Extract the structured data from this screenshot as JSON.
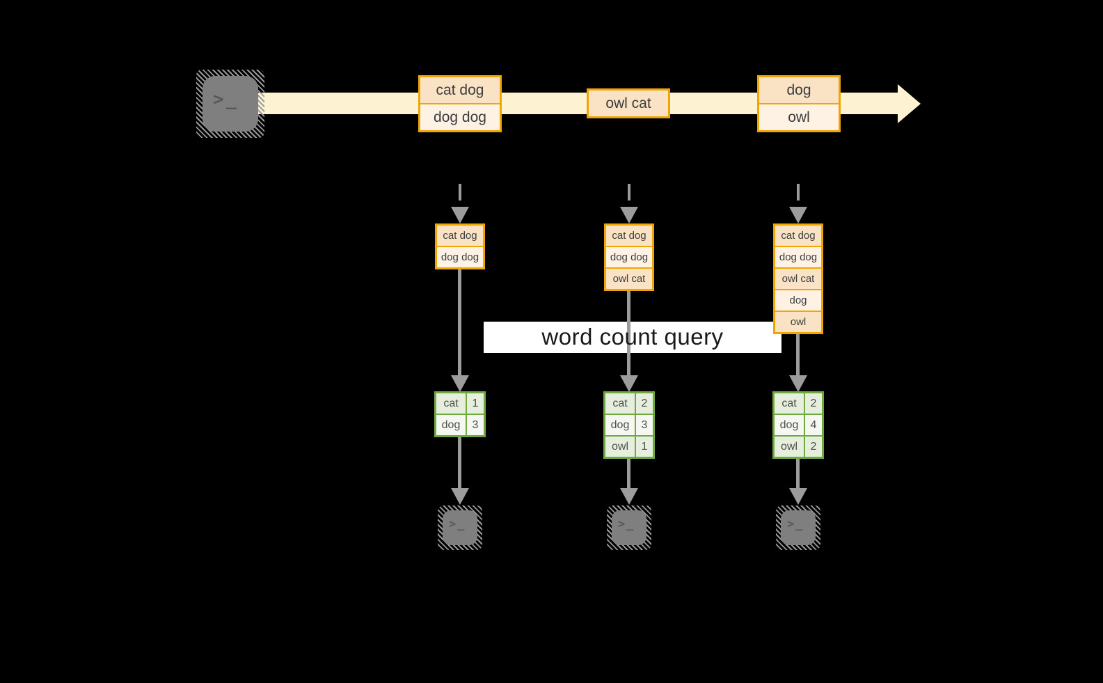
{
  "diagram": {
    "query_label": "word count query",
    "icons": {
      "terminal_glyph": ">_"
    },
    "stream": {
      "source_icon": "terminal-icon",
      "events": [
        {
          "cells": [
            "cat dog",
            "dog dog"
          ]
        },
        {
          "cells": [
            "owl cat"
          ]
        },
        {
          "cells": [
            "dog",
            "owl"
          ]
        }
      ]
    },
    "columns": [
      {
        "batch": {
          "cells": [
            "cat dog",
            "dog dog"
          ]
        },
        "result": {
          "rows": [
            [
              "cat",
              "1"
            ],
            [
              "dog",
              "3"
            ]
          ]
        },
        "sink_icon": "terminal-icon"
      },
      {
        "batch": {
          "cells": [
            "cat dog",
            "dog dog",
            "owl cat"
          ]
        },
        "result": {
          "rows": [
            [
              "cat",
              "2"
            ],
            [
              "dog",
              "3"
            ],
            [
              "owl",
              "1"
            ]
          ]
        },
        "sink_icon": "terminal-icon"
      },
      {
        "batch": {
          "cells": [
            "cat dog",
            "dog dog",
            "owl cat",
            "dog",
            "owl"
          ]
        },
        "result": {
          "rows": [
            [
              "cat",
              "2"
            ],
            [
              "dog",
              "4"
            ],
            [
              "owl",
              "2"
            ]
          ]
        },
        "sink_icon": "terminal-icon"
      }
    ],
    "colors": {
      "background": "#000000",
      "stream_band": "#fdf3d2",
      "event_border": "#f0a500",
      "event_fill_dark": "#fae2c5",
      "event_fill_light": "#fdf2e4",
      "table_border": "#6fa93f",
      "table_row_dark": "#e6eedd",
      "table_row_light": "#f4f8f0",
      "arrow_gray": "#9c9c9c",
      "terminal_gray": "#7f7f7f",
      "banner_bg": "#ffffff"
    }
  }
}
